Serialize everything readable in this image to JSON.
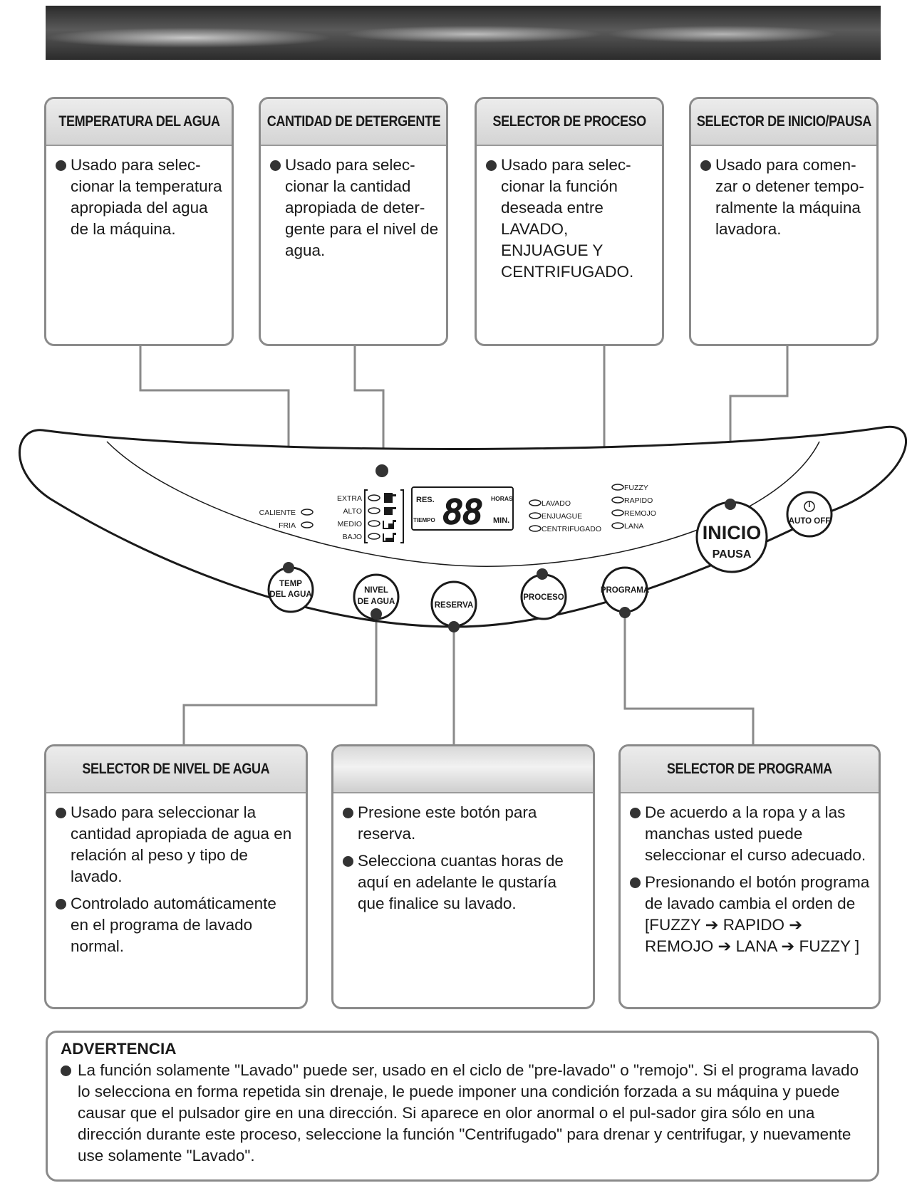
{
  "top_boxes": [
    {
      "title": "TEMPERATURA DEL AGUA",
      "text": "Usado para selec-cionar la temperatura apropiada del agua de la máquina."
    },
    {
      "title": "CANTIDAD DE DETERGENTE",
      "text": "Usado para selec-cionar la cantidad apropiada de deter-gente para el nivel de agua."
    },
    {
      "title": "SELECTOR DE PROCESO",
      "text": "Usado para selec-cionar la función deseada entre LAVADO, ENJUAGUE Y CENTRIFUGADO."
    },
    {
      "title": "SELECTOR DE INICIO/PAUSA",
      "text": "Usado para comen-zar o detener tempo-ralmente la máquina lavadora."
    }
  ],
  "panel": {
    "temp_labels": [
      "CALIENTE",
      "FRIA"
    ],
    "water_levels": [
      "EXTRA",
      "ALTO",
      "MEDIO",
      "BAJO"
    ],
    "display": {
      "res": "RES.",
      "tiempo": "TIEMPO",
      "digits": "88",
      "horas": "HORAS",
      "min": "MIN."
    },
    "process_labels": [
      "LAVADO",
      "ENJUAGUE",
      "CENTRIFUGADO"
    ],
    "program_labels": [
      "FUZZY",
      "RAPIDO",
      "REMOJO",
      "LANA"
    ],
    "buttons": {
      "temp": [
        "TEMP",
        "DEL AGUA"
      ],
      "nivel": [
        "NIVEL",
        "DE AGUA"
      ],
      "reserva": "RESERVA",
      "proceso": "PROCESO",
      "programa": "PROGRAMA",
      "inicio": "INICIO",
      "pausa": "PAUSA",
      "auto_off": "AUTO OFF"
    }
  },
  "bottom_boxes": [
    {
      "title": "SELECTOR DE NIVEL DE AGUA",
      "bullets": [
        "Usado para seleccionar la cantidad apropiada de agua en relación al peso y tipo de lavado.",
        "Controlado automáticamente en el programa de lavado normal."
      ]
    },
    {
      "title": "",
      "bullets": [
        "Presione este botón para reserva.",
        "Selecciona cuantas horas de aquí en adelante le qustaría que finalice su lavado."
      ]
    },
    {
      "title": "SELECTOR DE PROGRAMA",
      "bullets": [
        "De acuerdo a la ropa y a las manchas usted puede seleccionar el curso adecuado.",
        "Presionando el botón programa de lavado cambia el orden de [FUZZY ➔ RAPIDO ➔ REMOJO ➔ LANA ➔ FUZZY ]"
      ]
    }
  ],
  "warning": {
    "title": "ADVERTENCIA",
    "text": "La función solamente \"Lavado\" puede ser, usado en el ciclo de \"pre-lavado\" o \"remojo\". Si el programa lavado lo selecciona en forma repetida sin drenaje, le puede imponer una condición forzada a su máquina y puede causar que el pulsador gire en una dirección. Si aparece en olor anormal o el pul-sador gira sólo en una dirección durante este proceso, seleccione la función \"Centrifugado\" para drenar y centrifugar, y nuevamente use solamente \"Lavado\"."
  }
}
